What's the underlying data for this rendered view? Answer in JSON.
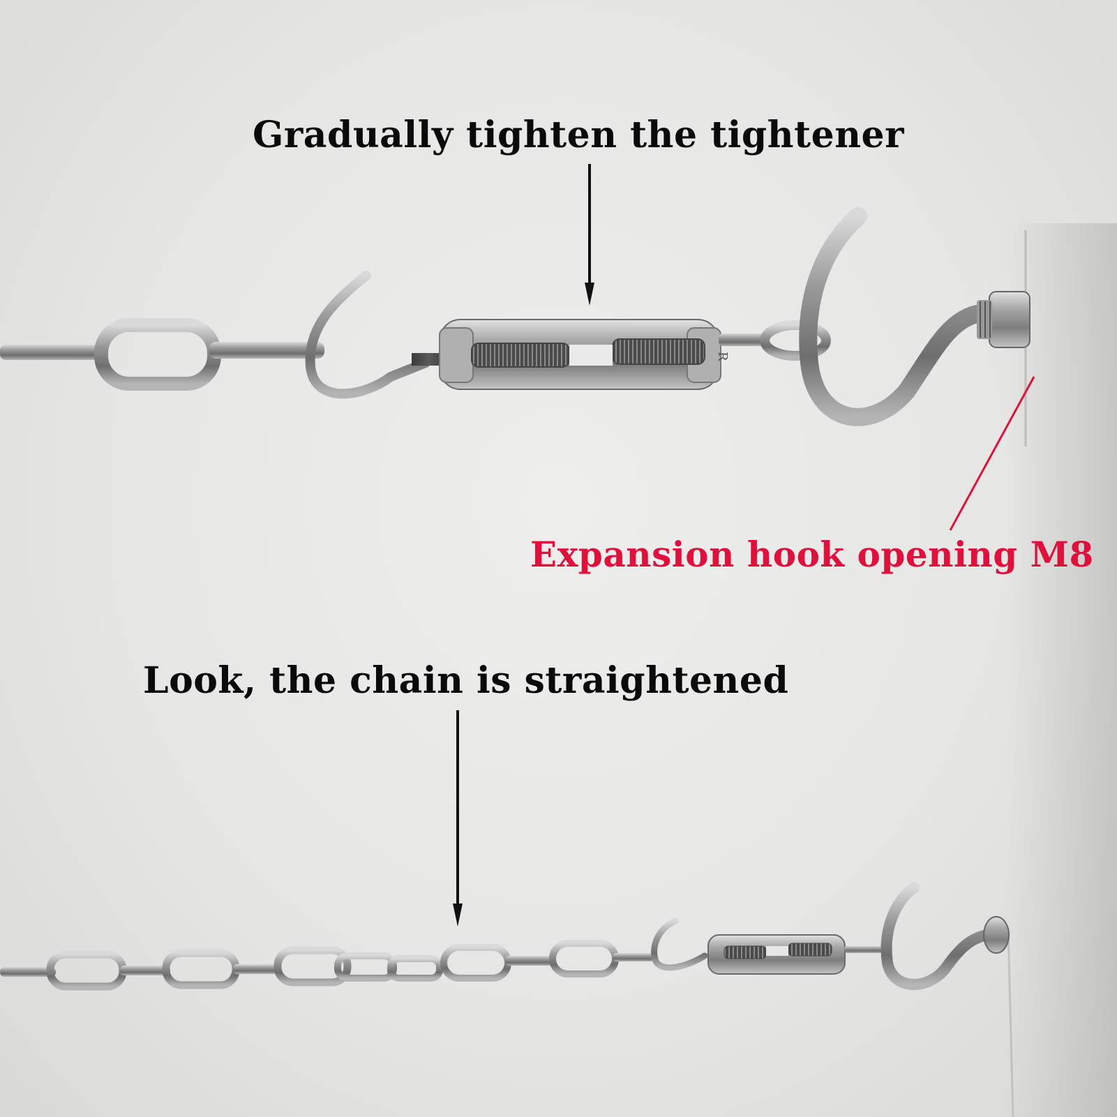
{
  "annotations": {
    "tighten": "Gradually tighten the tightener",
    "hook_opening": "Expansion hook opening M8",
    "straightened": "Look, the chain is straightened"
  },
  "colors": {
    "label_text": "#0a0a0a",
    "label_highlight": "#e0103c",
    "arrow": "#111111",
    "pointer_line": "#e0103c",
    "metal": "#7a7a7a",
    "wall": "#e8e8e6"
  }
}
